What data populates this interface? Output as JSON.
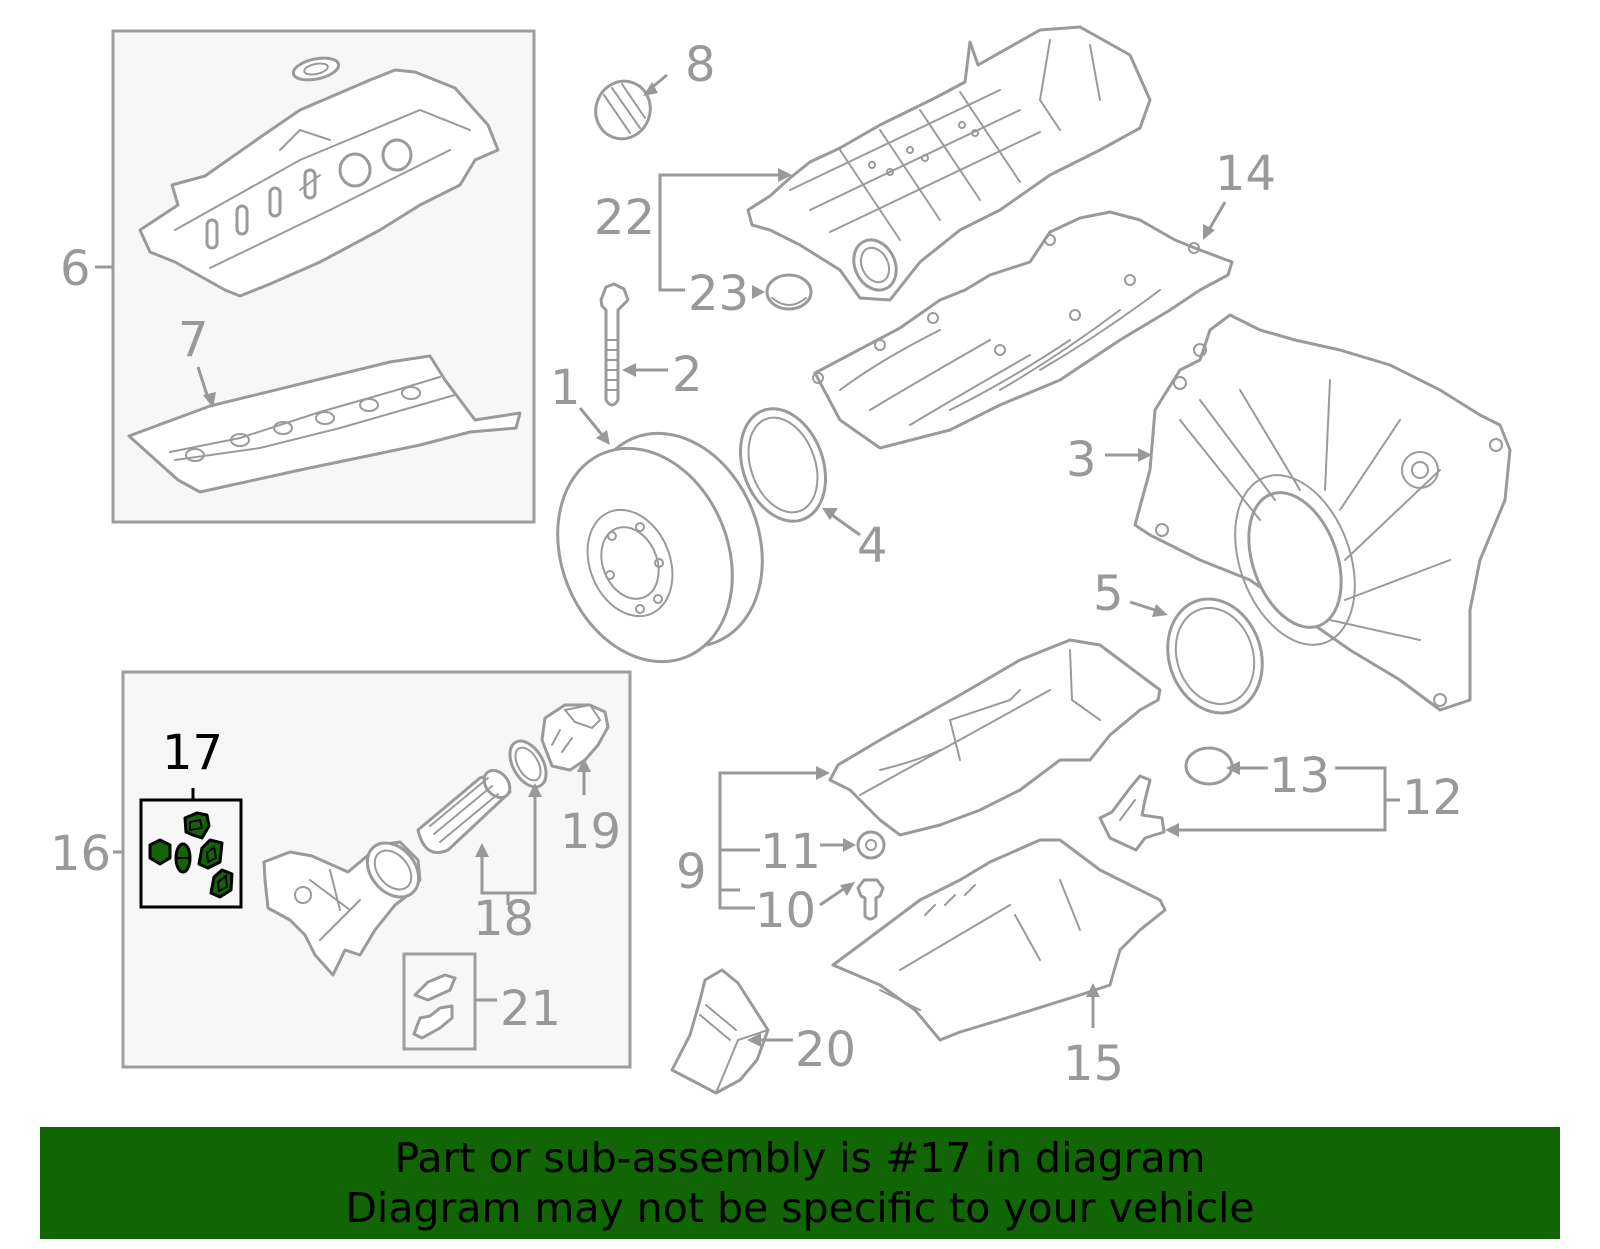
{
  "diagram": {
    "highlighted_part": "17",
    "highlight_color": "#116505",
    "line_color": "#9a9a9a",
    "callouts": [
      {
        "id": "c1",
        "label": "1"
      },
      {
        "id": "c2",
        "label": "2"
      },
      {
        "id": "c3",
        "label": "3"
      },
      {
        "id": "c4",
        "label": "4"
      },
      {
        "id": "c5",
        "label": "5"
      },
      {
        "id": "c6",
        "label": "6"
      },
      {
        "id": "c7",
        "label": "7"
      },
      {
        "id": "c8",
        "label": "8"
      },
      {
        "id": "c9",
        "label": "9"
      },
      {
        "id": "c10",
        "label": "10"
      },
      {
        "id": "c11",
        "label": "11"
      },
      {
        "id": "c12",
        "label": "12"
      },
      {
        "id": "c13",
        "label": "13"
      },
      {
        "id": "c14",
        "label": "14"
      },
      {
        "id": "c15",
        "label": "15"
      },
      {
        "id": "c16",
        "label": "16"
      },
      {
        "id": "c17",
        "label": "17"
      },
      {
        "id": "c18",
        "label": "18"
      },
      {
        "id": "c19",
        "label": "19"
      },
      {
        "id": "c20",
        "label": "20"
      },
      {
        "id": "c21",
        "label": "21"
      },
      {
        "id": "c22",
        "label": "22"
      },
      {
        "id": "c23",
        "label": "23"
      }
    ]
  },
  "banner": {
    "line1": "Part or sub-assembly is #17 in diagram",
    "line2": "Diagram may not be specific to your vehicle",
    "background": "#116505"
  }
}
